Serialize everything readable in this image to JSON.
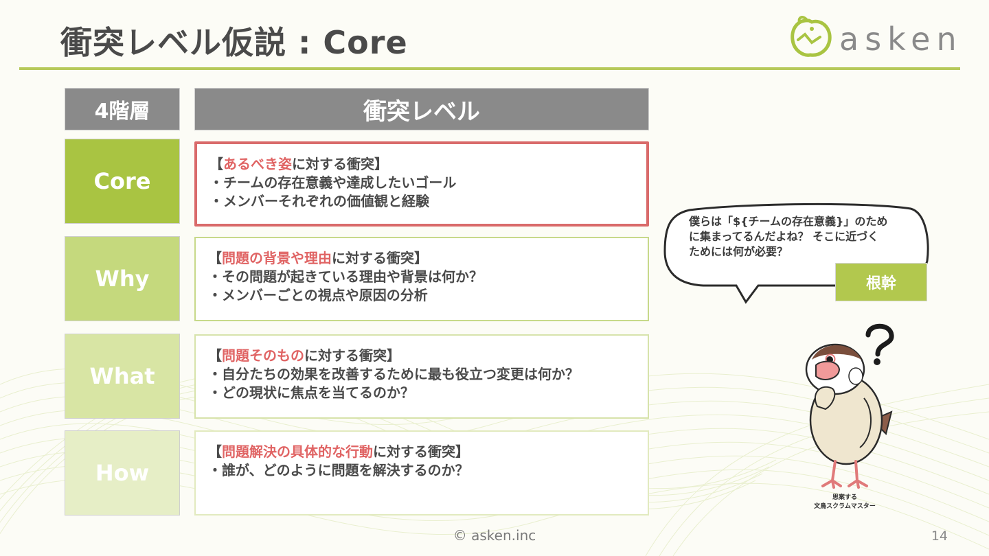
{
  "slide": {
    "title": "衝突レベル仮説 : Core",
    "logo_text": "asken",
    "footer": "© asken.inc",
    "page_number": "14"
  },
  "table": {
    "headers": {
      "level": "4階層",
      "conflict": "衝突レベル"
    },
    "rows": [
      {
        "level": "Core",
        "level_color": "#a9c442",
        "border_color": "#d96a6a",
        "heading": {
          "open": "【",
          "highlight": "あるべき姿",
          "rest": "に対する衝突】"
        },
        "bullets": [
          "・チームの存在意義や達成したいゴール",
          "・メンバーそれぞれの価値観と経験"
        ]
      },
      {
        "level": "Why",
        "level_color": "#c5d97d",
        "border_color": "#c7d98a",
        "heading": {
          "open": "【",
          "highlight": "問題の背景や理由",
          "rest": "に対する衝突】"
        },
        "bullets": [
          "・その問題が起きている理由や背景は何か？",
          "・メンバーごとの視点や原因の分析"
        ]
      },
      {
        "level": "What",
        "level_color": "#d8e5a4",
        "border_color": "#d7e3ab",
        "heading": {
          "open": "【",
          "highlight": "問題そのもの",
          "rest": "に対する衝突】"
        },
        "bullets": [
          "・自分たちの効果を改善するために最も役立つ変更は何か？",
          "・どの現状に焦点を当てるのか？"
        ]
      },
      {
        "level": "How",
        "level_color": "#e6eec6",
        "border_color": "#e2eabf",
        "heading": {
          "open": "【",
          "highlight": "問題解決の具体的な行動",
          "rest": "に対する衝突】"
        },
        "bullets": [
          "・誰が、どのように問題を解決するのか？"
        ]
      }
    ]
  },
  "speech_bubble": {
    "lines": [
      "僕らは「${チームの存在意義}」のため",
      "に集まってるんだよね？ そこに近づく",
      "ためには何が必要？"
    ],
    "tag": "根幹"
  },
  "character": {
    "caption_line1": "思案する",
    "caption_line2": "文鳥スクラムマスター",
    "icon": "thinking-bird-icon"
  },
  "colors": {
    "accent": "#b6c95a",
    "highlight": "#e06464",
    "header_gray": "#8a8a8a"
  }
}
